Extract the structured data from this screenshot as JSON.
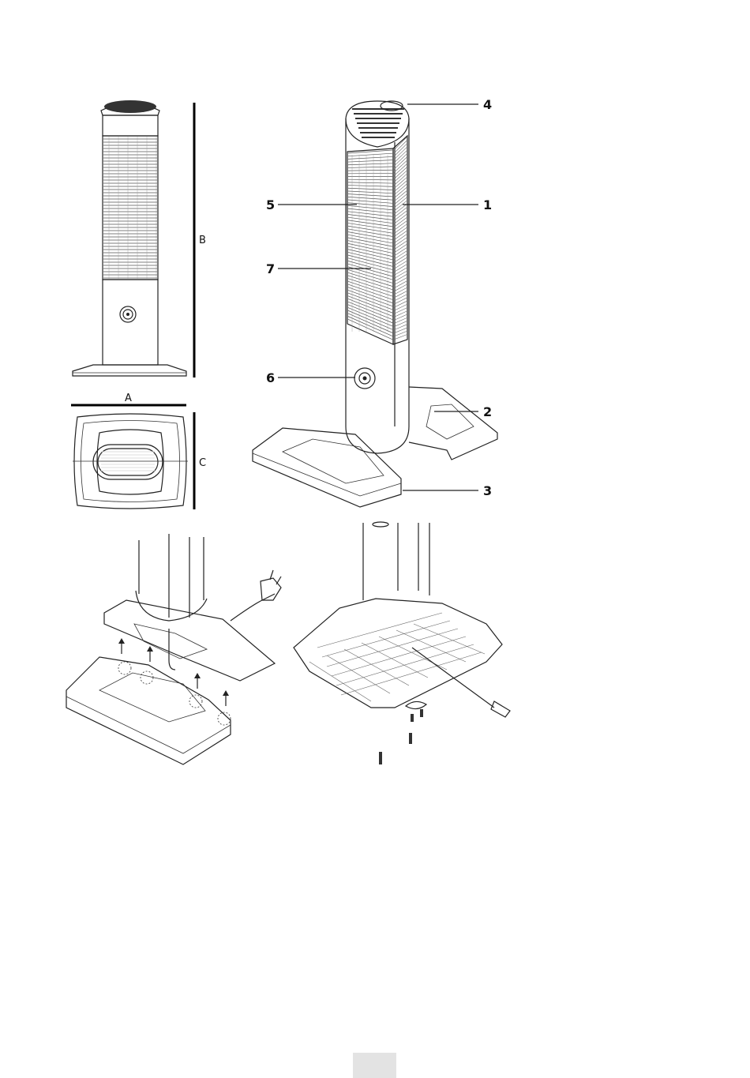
{
  "dimensions": {
    "a": "A",
    "b": "B",
    "c": "C"
  },
  "callouts": {
    "c1": "1",
    "c2": "2",
    "c3": "3",
    "c4": "4",
    "c5": "5",
    "c6": "6",
    "c7": "7"
  }
}
